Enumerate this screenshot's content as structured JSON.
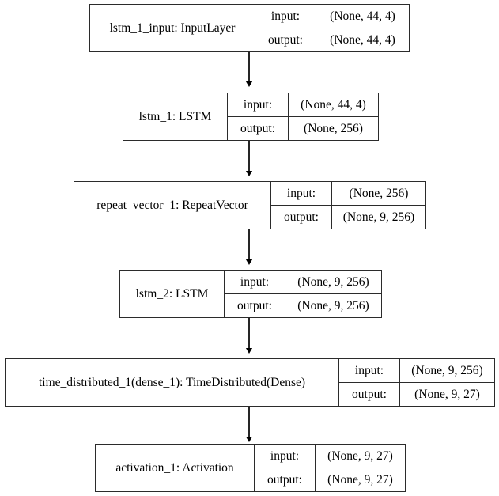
{
  "diagram": {
    "type": "keras-model-graph",
    "orientation": "vertical",
    "background_color": "#ffffff",
    "border_color": "#2b2b2b",
    "text_color": "#000000",
    "io_label_input": "input:",
    "io_label_output": "output:",
    "nodes": [
      {
        "id": "lstm_1_input",
        "name": "lstm_1_input: InputLayer",
        "input_label": "input:",
        "output_label": "output:",
        "input_shape": "(None, 44, 4)",
        "output_shape": "(None, 44, 4)"
      },
      {
        "id": "lstm_1",
        "name": "lstm_1: LSTM",
        "input_label": "input:",
        "output_label": "output:",
        "input_shape": "(None, 44, 4)",
        "output_shape": "(None, 256)"
      },
      {
        "id": "repeat_vector_1",
        "name": "repeat_vector_1: RepeatVector",
        "input_label": "input:",
        "output_label": "output:",
        "input_shape": "(None, 256)",
        "output_shape": "(None, 9, 256)"
      },
      {
        "id": "lstm_2",
        "name": "lstm_2: LSTM",
        "input_label": "input:",
        "output_label": "output:",
        "input_shape": "(None, 9, 256)",
        "output_shape": "(None, 9, 256)"
      },
      {
        "id": "time_distributed_1",
        "name": "time_distributed_1(dense_1): TimeDistributed(Dense)",
        "input_label": "input:",
        "output_label": "output:",
        "input_shape": "(None, 9, 256)",
        "output_shape": "(None, 9, 27)"
      },
      {
        "id": "activation_1",
        "name": "activation_1: Activation",
        "input_label": "input:",
        "output_label": "output:",
        "input_shape": "(None, 9, 27)",
        "output_shape": "(None, 9, 27)"
      }
    ],
    "edges": [
      {
        "from": "lstm_1_input",
        "to": "lstm_1"
      },
      {
        "from": "lstm_1",
        "to": "repeat_vector_1"
      },
      {
        "from": "repeat_vector_1",
        "to": "lstm_2"
      },
      {
        "from": "lstm_2",
        "to": "time_distributed_1"
      },
      {
        "from": "time_distributed_1",
        "to": "activation_1"
      }
    ]
  }
}
